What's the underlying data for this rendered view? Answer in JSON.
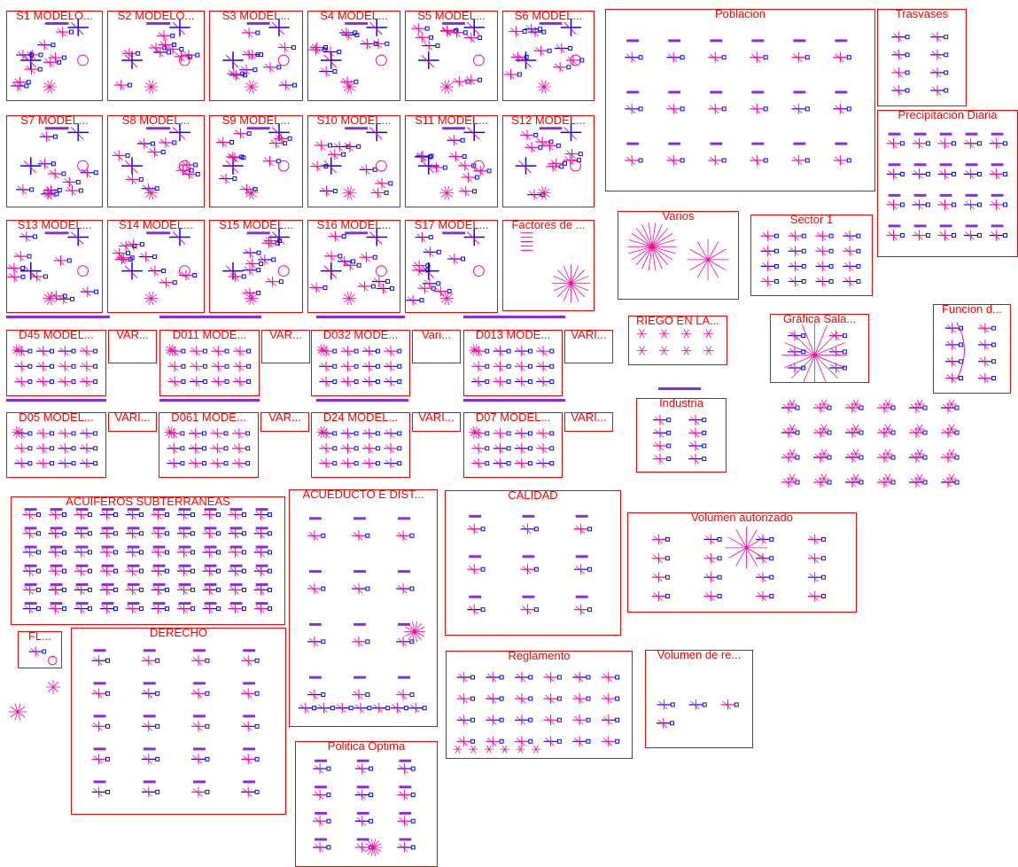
{
  "diagram": {
    "groups": [
      {
        "title": "S1 MODELO..."
      },
      {
        "title": "S2 MODELO..."
      },
      {
        "title": "S3 MODEL..."
      },
      {
        "title": "S4 MODEL..."
      },
      {
        "title": "S5 MODEL..."
      },
      {
        "title": "S6 MODEL..."
      },
      {
        "title": "S7 MODEL..."
      },
      {
        "title": "S8 MODEL..."
      },
      {
        "title": "S9 MODEL..."
      },
      {
        "title": "S10 MODEL..."
      },
      {
        "title": "S11 MODEL..."
      },
      {
        "title": "S12 MODEL..."
      },
      {
        "title": "S13 MODEL..."
      },
      {
        "title": "S14 MODEL..."
      },
      {
        "title": "S15 MODEL..."
      },
      {
        "title": "S16 MODEL..."
      },
      {
        "title": "S17 MODEL..."
      },
      {
        "title": "Factores de ..."
      },
      {
        "title": "Poblacion"
      },
      {
        "title": "Trasvases"
      },
      {
        "title": "Precipitación Diaria"
      },
      {
        "title": "Varios"
      },
      {
        "title": "Sector 1"
      },
      {
        "title": "D45 MODEL..."
      },
      {
        "title": "VAR..."
      },
      {
        "title": "D011 MODE..."
      },
      {
        "title": "VAR..."
      },
      {
        "title": "D032 MODE..."
      },
      {
        "title": "Vari..."
      },
      {
        "title": "D013 MODE..."
      },
      {
        "title": "VARI..."
      },
      {
        "title": "RIEGO EN LA..."
      },
      {
        "title": "Gráfica Sala..."
      },
      {
        "title": "Funcion d..."
      },
      {
        "title": "Industria"
      },
      {
        "title": "D05 MODEL..."
      },
      {
        "title": "VARI..."
      },
      {
        "title": "D061 MODE..."
      },
      {
        "title": "VAR..."
      },
      {
        "title": "D24 MODEL..."
      },
      {
        "title": "VARI..."
      },
      {
        "title": "D07 MODEL..."
      },
      {
        "title": "VARI..."
      },
      {
        "title": "ACUIFEROS SUBTERRANEAS"
      },
      {
        "title": "ACUEDUCTO E DIST..."
      },
      {
        "title": "CALIDAD"
      },
      {
        "title": "Volúmen autorizado"
      },
      {
        "title": "FL..."
      },
      {
        "title": "DERECHO"
      },
      {
        "title": "Reglamento"
      },
      {
        "title": "Volumen de re..."
      },
      {
        "title": "Politica Optima"
      }
    ]
  }
}
